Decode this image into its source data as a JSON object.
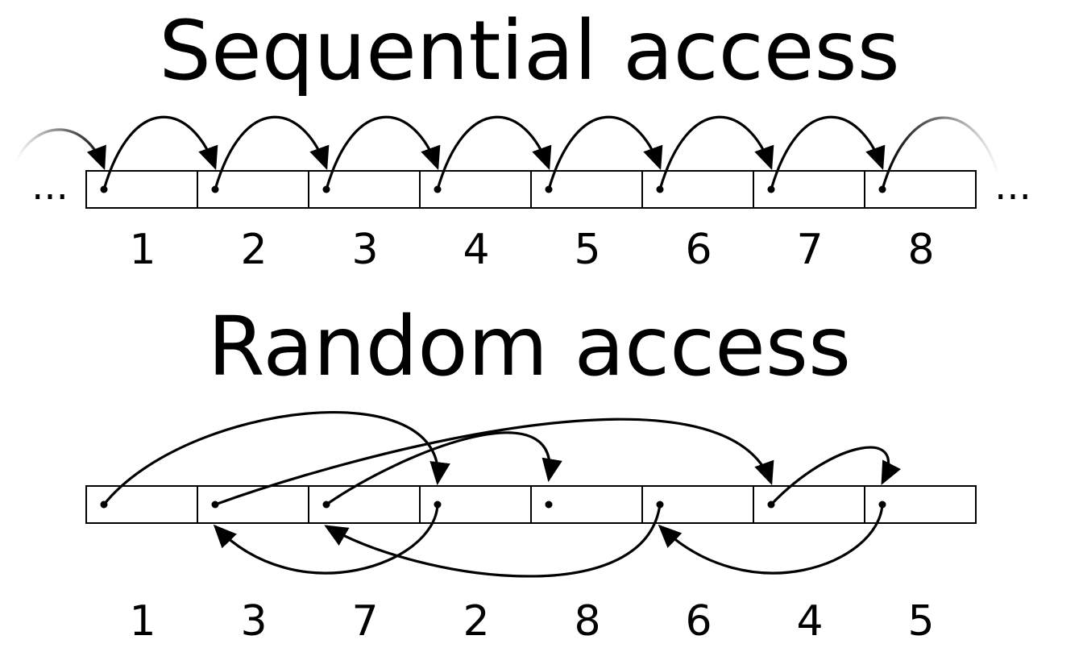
{
  "sequential": {
    "title": "Sequential access",
    "leading_ellipsis": "...",
    "trailing_ellipsis": "...",
    "labels": [
      "1",
      "2",
      "3",
      "4",
      "5",
      "6",
      "7",
      "8"
    ]
  },
  "random": {
    "title": "Random access",
    "labels": [
      "1",
      "3",
      "7",
      "2",
      "8",
      "6",
      "4",
      "5"
    ]
  }
}
